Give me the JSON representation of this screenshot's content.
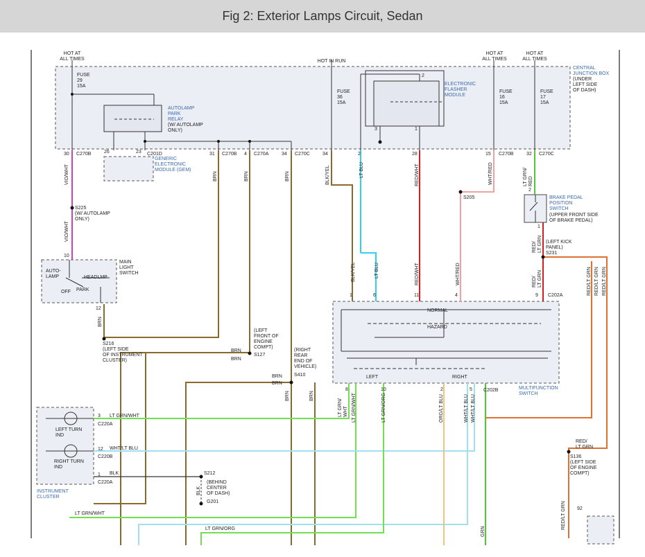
{
  "title": "Fig 2: Exterior Lamps Circuit, Sedan",
  "top_labels": {
    "hot_all_times_1": "HOT AT\nALL TIMES",
    "hot_in_run": "HOT IN RUN",
    "hot_all_times_2": "HOT AT\nALL TIMES",
    "hot_all_times_3": "HOT AT\nALL TIMES"
  },
  "fuses": [
    {
      "label": "FUSE\n29\n15A"
    },
    {
      "label": "FUSE\n36\n15A"
    },
    {
      "label": "FUSE\n16\n15A"
    },
    {
      "label": "FUSE\n17\n15A"
    }
  ],
  "components": {
    "central_junction_box": "CENTRAL\nJUNCTION BOX",
    "cjb_note": "(UNDER\nLEFT SIDE\nOF DASH)",
    "autolamp_relay": "AUTOLAMP\nPARK\nRELAY",
    "autolamp_relay_note": "(W/ AUTOLAMP\nONLY)",
    "flasher": "ELECTRONIC\nFLASHER\nMODULE",
    "gem": "GENERIC\nELECTRONIC\nMODULE (GEM)",
    "brake_switch": "BRAKE PEDAL\nPOSITION\nSWITCH",
    "brake_switch_note": "(UPPER FRONT SIDE\nOF BRAKE PEDAL)",
    "main_light_switch": "MAIN\nLIGHT\nSWITCH",
    "autolamp_pos": "AUTO-\nLAMP",
    "headlamp_pos": "HEADLMP",
    "off_pos": "OFF",
    "park_pos": "PARK",
    "multifunction": "MULTIFUNCTION\nSWITCH",
    "normal": "NORMAL",
    "hazard": "HAZARD",
    "left": "LEFT",
    "right": "RIGHT",
    "instrument_cluster": "INSTRUMENT\nCLUSTER",
    "left_turn_ind": "LEFT TURN\nIND",
    "right_turn_ind": "RIGHT TURN\nIND"
  },
  "connectors": {
    "c270b_1": "C270B",
    "c201d": "C201D",
    "c270b_2": "C270B",
    "c270a": "C270A",
    "c270c_1": "C270C",
    "c270b_3": "C270B",
    "c270c_2": "C270C",
    "c202a": "C202A",
    "c202b": "C202B",
    "c220a_1": "C220A",
    "c220b": "C220B",
    "c220a_2": "C220A"
  },
  "pins": {
    "p30": "30",
    "p26": "26",
    "p23": "23",
    "p31": "31",
    "p4": "4",
    "p34a": "34",
    "p34b": "34",
    "p2": "2",
    "p28": "28",
    "p15": "15",
    "p32": "32",
    "p2b": "2",
    "p3": "3",
    "p1": "1",
    "p10": "10",
    "p12": "12",
    "p1b": "1",
    "p6": "6",
    "p11": "11",
    "p4b": "4",
    "p9": "9",
    "p8": "8",
    "p10b": "10",
    "p2c": "2",
    "p5": "5",
    "p3b": "3",
    "p12b": "12",
    "p1c": "1",
    "p2d": "2",
    "p1d": "1",
    "p92": "92"
  },
  "splices": {
    "s225": "S225",
    "s225_note": "(W/ AUTOLAMP\nONLY)",
    "s216": "S216",
    "s216_note": "(LEFT SIDE\nOF INSTRUMENT\nCLUSTER)",
    "s127": "S127",
    "s127_note": "(LEFT\nFRONT OF\nENGINE\nCOMPT)",
    "s410": "S410",
    "s410_note": "(RIGHT\nREAR\nEND OF\nVEHICLE)",
    "s205": "S205",
    "s231": "S231",
    "s231_note": "(LEFT KICK\nPANEL)",
    "s212": "S212",
    "s212_note": "(BEHIND\nCENTER\nOF DASH)",
    "g201": "G201",
    "s136": "S136",
    "s136_note": "(LEFT SIDE\nOF ENGINE\nCOMPT)"
  },
  "wires": {
    "vio_wht": "VIO/WHT",
    "brn": "BRN",
    "blk_yel": "BLK/YEL",
    "lt_blu": "LT BLU",
    "red_wht": "RED/WHT",
    "wht_red": "WHT/RED",
    "lt_grn_red": "LT GRN/\nRED",
    "red_lt_grn": "RED/\nLT GRN",
    "lt_grn_wht": "LT GRN/WHT",
    "wht_lt_blu": "WHT/LT BLU",
    "blk": "BLK",
    "lt_grn_org": "LT GRN/ORG",
    "org_lt_blu": "ORG/LT BLU",
    "lt_grn_wht_v": "LT GRN/\nWHT",
    "red_lt_grn_h": "RED/\nLT GRN",
    "red_lt_grn_single": "RED/LT GRN",
    "grn": "GRN"
  },
  "colors": {
    "brown": "#8a6a2a",
    "violet": "#d040c0",
    "cyan": "#30d0f0",
    "red": "#d02020",
    "pink": "#f0a0a0",
    "green": "#50c830",
    "lightgreen": "#70e050",
    "lightblue": "#a0e0f0",
    "orange": "#e07030",
    "black": "#222",
    "box": "#eceef6"
  }
}
